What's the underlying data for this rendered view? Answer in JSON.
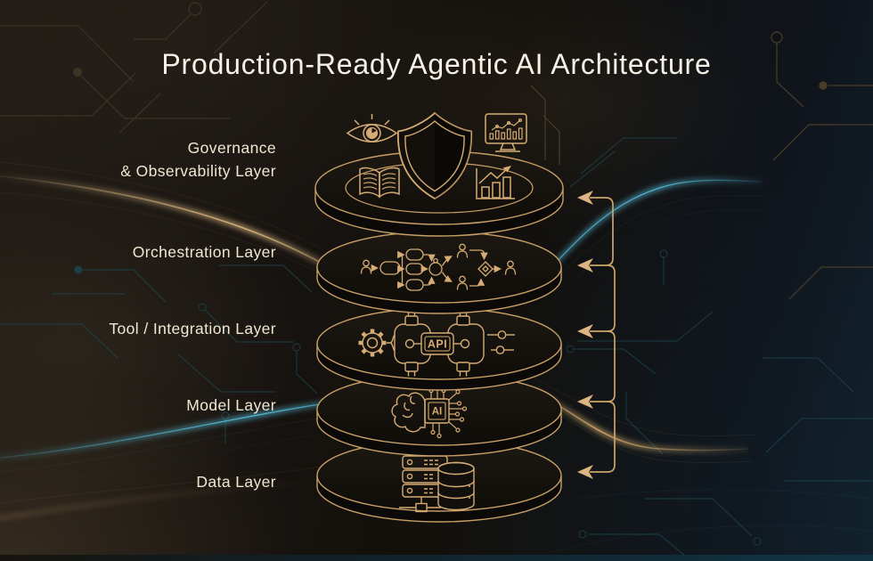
{
  "title": "Production-Ready Agentic AI Architecture",
  "layers": [
    {
      "name": "governance-observability",
      "label": "Governance & Observability Layer",
      "label_lines": [
        "Governance",
        "& Observability Layer"
      ],
      "icons": [
        "eye-monitoring-icon",
        "shield-icon",
        "analytics-monitor-icon",
        "open-book-icon",
        "growth-chart-icon"
      ]
    },
    {
      "name": "orchestration",
      "label": "Orchestration Layer",
      "icons": [
        "agent-workflow-icon"
      ]
    },
    {
      "name": "tool-integration",
      "label": "Tool / Integration Layer",
      "icons": [
        "gear-icon",
        "api-plug-circuit-icon"
      ],
      "api_text": "API"
    },
    {
      "name": "model",
      "label": "Model Layer",
      "icons": [
        "ai-brain-chip-icon"
      ],
      "ai_text": "AI"
    },
    {
      "name": "data",
      "label": "Data Layer",
      "icons": [
        "server-rack-icon",
        "database-icon"
      ]
    }
  ],
  "arrows": {
    "count": 5,
    "direction": "left",
    "targets": [
      "governance-observability",
      "orchestration",
      "tool-integration",
      "model",
      "data"
    ]
  },
  "colors": {
    "gold_line": "#c79f66",
    "gold_icon": "#d6ac74",
    "gold_bright": "#e8c289",
    "arrow_fill": "#ddb583",
    "cream_text": "#f1e7d1",
    "title_text": "#f6f1e6",
    "teal_glow": "#58c2e0",
    "disk_fill": "#13100c",
    "bottom_strip": "#123344"
  }
}
